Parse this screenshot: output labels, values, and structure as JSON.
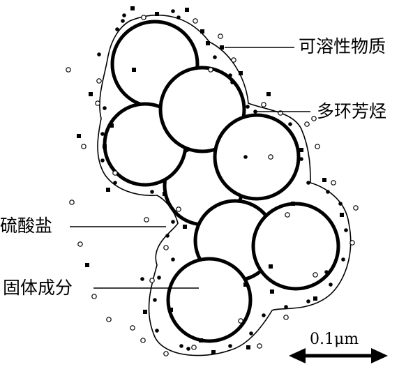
{
  "labels": {
    "soluble": "可溶性物质",
    "pah": "多环芳烃",
    "sulfate": "硫酸盐",
    "solid": "固体成分"
  },
  "scale_bar": {
    "text": "0.1μm"
  },
  "colors": {
    "ink": "#000000",
    "background": "#ffffff"
  }
}
